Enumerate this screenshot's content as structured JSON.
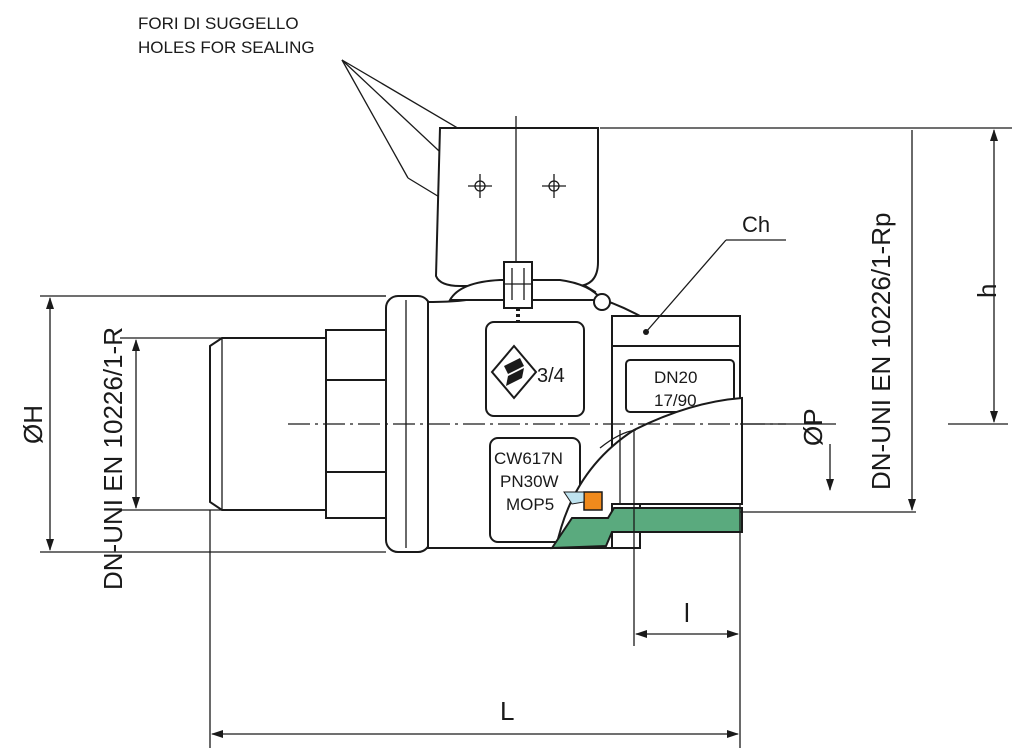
{
  "notes": {
    "sealing_it": "FORI DI SUGGELLO",
    "sealing_en": "HOLES FOR SEALING"
  },
  "labels": {
    "wrench": "Ch",
    "size": "3/4",
    "dn_box_line1": "DN20",
    "dn_box_line2": "17/90",
    "material_line1": "CW617N",
    "material_line2": "PN30W",
    "material_line3": "MOP5"
  },
  "dimensions": {
    "h": "h",
    "l_small": "l",
    "L": "L",
    "phi_P": "ØP",
    "phi_H": "ØH",
    "thread_left": "DN-UNI EN 10226/1-R",
    "thread_right": "DN-UNI EN 10226/1-Rp"
  },
  "colors": {
    "seal_green": "#5aaa7e",
    "gasket_orange": "#f08a1c",
    "gap_blue": "#bfe3ef",
    "line": "#1a1a1a"
  }
}
